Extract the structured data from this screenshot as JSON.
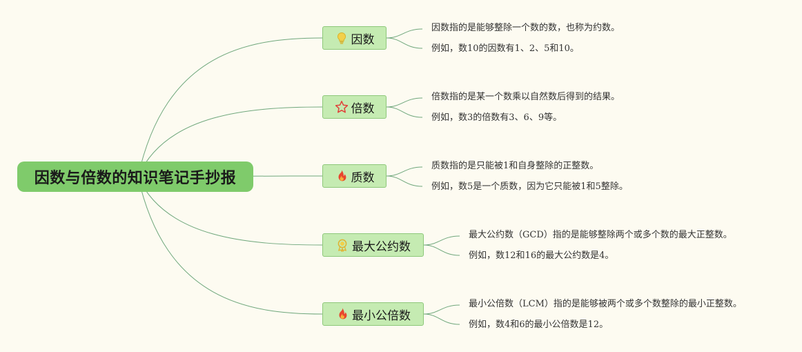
{
  "root": {
    "title": "因数与倍数的知识笔记手抄报"
  },
  "colors": {
    "background": "#fdfbf1",
    "root_fill": "#7fcb6b",
    "branch_fill": "#c5ebb2",
    "branch_border": "#8ec87a",
    "connector": "#6fa77c"
  },
  "branches": [
    {
      "label": "因数",
      "icon": "lightbulb-icon",
      "leaves": [
        "因数指的是能够整除一个数的数，也称为约数。",
        "例如，数10的因数有1、2、5和10。"
      ]
    },
    {
      "label": "倍数",
      "icon": "star-icon",
      "leaves": [
        "倍数指的是某一个数乘以自然数后得到的结果。",
        "例如，数3的倍数有3、6、9等。"
      ]
    },
    {
      "label": "质数",
      "icon": "fire-icon",
      "leaves": [
        "质数指的是只能被1和自身整除的正整数。",
        "例如，数5是一个质数，因为它只能被1和5整除。"
      ]
    },
    {
      "label": "最大公约数",
      "icon": "medal-icon",
      "leaves": [
        "最大公约数（GCD）指的是能够整除两个或多个数的最大正整数。",
        "例如，数12和16的最大公约数是4。"
      ]
    },
    {
      "label": "最小公倍数",
      "icon": "fire-icon",
      "leaves": [
        "最小公倍数（LCM）指的是能够被两个或多个数整除的最小正整数。",
        "例如，数4和6的最小公倍数是12。"
      ]
    }
  ]
}
